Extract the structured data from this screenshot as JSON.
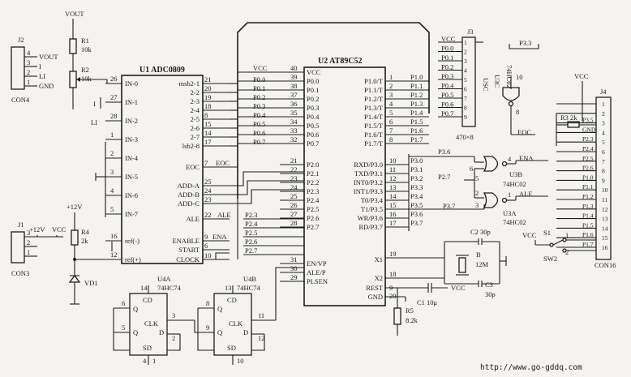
{
  "watermark": "http://www.go-gddq.com",
  "u1": {
    "title": "U1 ADC0809",
    "left_pins": [
      {
        "num": "26",
        "name": "IN-0"
      },
      {
        "num": "27",
        "name": "IN-1"
      },
      {
        "num": "28",
        "name": "IN-2"
      },
      {
        "num": "1",
        "name": "IN-3"
      },
      {
        "num": "2",
        "name": "IN-4"
      },
      {
        "num": "3",
        "name": "IN-5"
      },
      {
        "num": "4",
        "name": "IN-6"
      },
      {
        "num": "5",
        "name": "IN-7"
      },
      {
        "num": "16",
        "name": "ref(-)"
      },
      {
        "num": "12",
        "name": "ref(+)"
      }
    ],
    "right_pins": [
      {
        "num": "21",
        "name": "msb2-1"
      },
      {
        "num": "20",
        "name": "2-2"
      },
      {
        "num": "19",
        "name": "2-3"
      },
      {
        "num": "18",
        "name": "2-4"
      },
      {
        "num": "8",
        "name": "2-5"
      },
      {
        "num": "15",
        "name": "2-6"
      },
      {
        "num": "14",
        "name": "2-7"
      },
      {
        "num": "17",
        "name": "lsb2-8"
      },
      {
        "num": "7",
        "name": "EOC"
      },
      {
        "num": "25",
        "name": "ADD-A"
      },
      {
        "num": "24",
        "name": "ADD-B"
      },
      {
        "num": "23",
        "name": "ADD-C"
      },
      {
        "num": "22",
        "name": "ALE"
      },
      {
        "num": "9",
        "name": "ENABLE"
      },
      {
        "num": "6",
        "name": "START"
      },
      {
        "num": "10",
        "name": "CLOCK"
      }
    ]
  },
  "u2": {
    "title": "U2 AT89C52",
    "left_pins": [
      {
        "num": "40",
        "name": "VCC"
      },
      {
        "num": "39",
        "name": "P0.0"
      },
      {
        "num": "38",
        "name": "P0.1"
      },
      {
        "num": "37",
        "name": "P0.2"
      },
      {
        "num": "36",
        "name": "P0.3"
      },
      {
        "num": "35",
        "name": "P0.4"
      },
      {
        "num": "34",
        "name": "P0.5"
      },
      {
        "num": "33",
        "name": "P0.6"
      },
      {
        "num": "32",
        "name": "P0.7"
      },
      {
        "num": "21",
        "name": "P2.0"
      },
      {
        "num": "22",
        "name": "P2.1"
      },
      {
        "num": "23",
        "name": "P2.2"
      },
      {
        "num": "24",
        "name": "P2.3"
      },
      {
        "num": "25",
        "name": "P2.4"
      },
      {
        "num": "26",
        "name": "P2.5"
      },
      {
        "num": "27",
        "name": "P2.6"
      },
      {
        "num": "28",
        "name": "P2.7"
      },
      {
        "num": "31",
        "name": "EN/VP"
      },
      {
        "num": "30",
        "name": "ALE/P"
      },
      {
        "num": "29",
        "name": "PLSEN"
      }
    ],
    "right_pins": [
      {
        "num": "1",
        "name": "P1.0/T"
      },
      {
        "num": "2",
        "name": "P1.1/T"
      },
      {
        "num": "3",
        "name": "P1.2/T"
      },
      {
        "num": "4",
        "name": "P1.3/T"
      },
      {
        "num": "5",
        "name": "P1.4/T"
      },
      {
        "num": "6",
        "name": "P1.5/T"
      },
      {
        "num": "7",
        "name": "P1.6/T"
      },
      {
        "num": "8",
        "name": "P1.7/T"
      },
      {
        "num": "10",
        "name": "RXD/P3.0"
      },
      {
        "num": "11",
        "name": "TXD/P3.1"
      },
      {
        "num": "12",
        "name": "INT0/P3.2"
      },
      {
        "num": "13",
        "name": "INT1/P3.3"
      },
      {
        "num": "14",
        "name": "T0/P3.4"
      },
      {
        "num": "15",
        "name": "T1/P3.5"
      },
      {
        "num": "16",
        "name": "WR/P3.6"
      },
      {
        "num": "17",
        "name": "RD/P3.7"
      },
      {
        "num": "19",
        "name": "X1"
      },
      {
        "num": "18",
        "name": "X2"
      },
      {
        "num": "9",
        "name": "REST"
      },
      {
        "num": "20",
        "name": "GND"
      }
    ]
  },
  "adc_net_labels": [
    "P0.0",
    "P0.1",
    "P0.2",
    "P0.3",
    "P0.4",
    "P0.5",
    "P0.6",
    "P0.7"
  ],
  "p1_net_labels": [
    "P1.0",
    "P1.1",
    "P1.2",
    "P1.3",
    "P1.4",
    "P1.5",
    "P1.6",
    "P1.7"
  ],
  "p3_net_labels": [
    "P3.0",
    "P3.1",
    "P3.2",
    "P3.3",
    "P3.4",
    "P3.5",
    "P3.6",
    "P3.7"
  ],
  "p2_net_labels": [
    "P2.3",
    "P2.4",
    "P2.5",
    "P2.6",
    "P2.7"
  ],
  "j3": {
    "pin_nums": [
      "1",
      "2",
      "3",
      "4",
      "5",
      "6",
      "7",
      "8",
      "9"
    ],
    "nets": [
      "VCC",
      "P0.0",
      "P0.1",
      "P0.2",
      "P0.3",
      "P0.4",
      "P0.5",
      "P0.6",
      "P0.7"
    ],
    "ref": "J3",
    "part": "USC",
    "value": "470×8"
  },
  "u3c": {
    "net": "P3.3",
    "pin_in": "10",
    "pin_out": "8",
    "part": "74HC02",
    "label": "U3C",
    "eoc": "EOC"
  },
  "u3b": {
    "net_in": "P3.6",
    "net_out": "ENA",
    "label": "U3B",
    "part": "74HC02",
    "pins": [
      "6",
      "5",
      "4"
    ]
  },
  "u3a": {
    "net_in": "P3.7",
    "net_out": "ALE",
    "label": "U3A",
    "part": "74HC02",
    "pins": [
      "2",
      "3",
      "1"
    ]
  },
  "u3_shared": {
    "net": "P2.7"
  },
  "j4": {
    "ref": "J4",
    "label": "CON16",
    "pins": [
      "1",
      "2",
      "3",
      "4",
      "5",
      "6",
      "7",
      "8",
      "9",
      "10",
      "11",
      "12",
      "13",
      "14",
      "15",
      "16"
    ],
    "nets": [
      "P3.5",
      "GND",
      "P2.3",
      "P2.4",
      "P2.5",
      "P2.6",
      "P1.0",
      "P1.1",
      "P1.2",
      "P1.3",
      "P1.4",
      "P1.5",
      "P1.6",
      "P1.7"
    ],
    "r3": "R3 2k",
    "vcc": "VCC"
  },
  "j2": {
    "ref": "J2",
    "label": "CON4",
    "pins": [
      "4",
      "3",
      "2",
      "1"
    ],
    "nets": [
      "VOUT",
      "I",
      "LI",
      "GND"
    ]
  },
  "j1": {
    "ref": "J1",
    "label": "CON3",
    "pins": [
      "3",
      "2",
      "1"
    ],
    "nets": [
      "+12V",
      "VCC"
    ]
  },
  "r1": {
    "ref": "R1",
    "value": "10k"
  },
  "r2": {
    "ref": "R2",
    "value": "10k"
  },
  "r4": {
    "ref": "R4",
    "value": "2k"
  },
  "r5": {
    "ref": "R5",
    "value": "8.2k"
  },
  "vd1": "VD1",
  "vout": "VOUT",
  "v12": "+12V",
  "in1_net": "I",
  "in2_net": "LI",
  "adc_eoc": "EOC",
  "adc_ale": "ALE",
  "adc_ena": "ENA",
  "sw": {
    "s1": "S1",
    "sw2": "SW2",
    "vcc": "VCC",
    "pin1": "1",
    "pin2": "2"
  },
  "crystal": {
    "b": "B",
    "freq": "12M",
    "c2": "C2 30p",
    "c3": "C3",
    "c3v": "30p",
    "c1": "C1 10μ",
    "vcc": "VCC",
    "pin_x1": "19",
    "pin_x2": "18"
  },
  "u4a": {
    "label": "U4A",
    "part": "74HC74",
    "pins": [
      "14",
      "6",
      "5",
      "3",
      "2",
      "4",
      "1"
    ],
    "names": [
      "CD",
      "Q",
      "Q",
      "CLK",
      "D",
      "SD"
    ]
  },
  "u4b": {
    "label": "U4B",
    "part": "74HC74",
    "pins": [
      "13",
      "8",
      "9",
      "11",
      "12",
      "10"
    ],
    "names": [
      "CD",
      "Q",
      "Q",
      "CLK",
      "D",
      "SD"
    ]
  },
  "u4a_pin_top": "14",
  "u4b_pin_top": "13",
  "u4_pin_3": "3",
  "u4_pin_11": "11",
  "u4_pin_12": "12"
}
